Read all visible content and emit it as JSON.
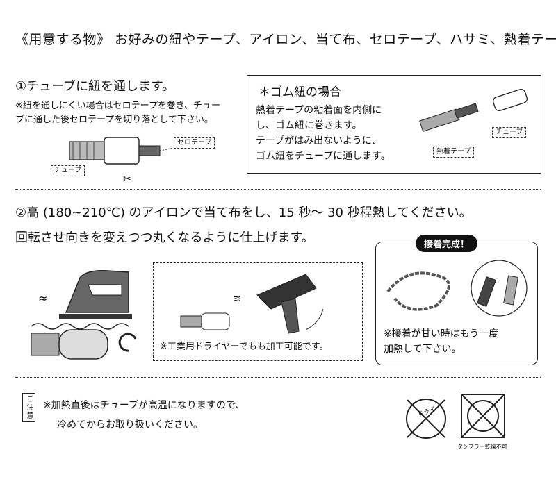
{
  "header": {
    "title": "《用意する物》 お好みの紐やテープ、アイロン、当て布、セロテープ、ハサミ、熱着テープ"
  },
  "step1": {
    "title": "①チューブに紐を通します。",
    "note_lines": [
      "※紐を通しにくい場合はセロテープを巻き、チュー",
      "ブに通した後セロテープを切り落として下さい。"
    ],
    "label_tape": "セロテープ",
    "label_tube": "チューブ"
  },
  "rubber_box": {
    "title": "＊ゴム紐の場合",
    "lines": [
      "熱着テープの粘着面を内側に",
      "し、ゴム紐に巻きます。",
      "テープがはみ出ないように、",
      "ゴム紐をチューブに通します。"
    ],
    "label_tube": "チューブ",
    "label_heat_tape": "熱着テープ"
  },
  "step2": {
    "line1": "②高 (180~210℃) のアイロンで当て布をし、15 秒～ 30 秒程熱してください。",
    "line2": "回転させ向きを変えつつ丸くなるように仕上げます。"
  },
  "dryer_box": {
    "caption": "※工業用ドライヤーでもも加工可能です。"
  },
  "done_box": {
    "badge": "接着完成！",
    "caption_lines": [
      "※接着が甘い時はもう一度",
      "加熱して下さい。"
    ]
  },
  "caution": {
    "tag": "ご注意",
    "lines": [
      "※加熱直後はチューブが高温になりますので、",
      "冷めてからお取り扱いください。"
    ]
  },
  "care_icons": {
    "dry_label": "ドライ",
    "tumble_label": "タンブラー乾燥不可"
  }
}
